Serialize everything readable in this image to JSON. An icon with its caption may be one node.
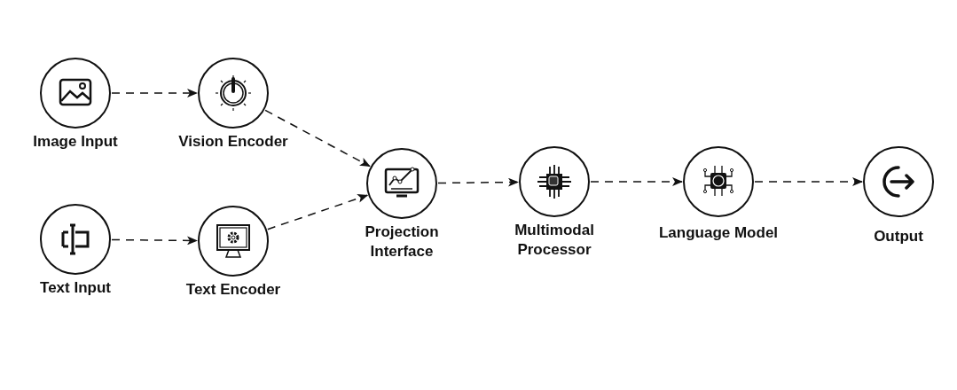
{
  "diagram": {
    "nodes": [
      {
        "text": [
          "Image Input"
        ]
      },
      {
        "text": [
          "Vision Encoder"
        ]
      },
      {
        "text": [
          "Text Input"
        ]
      },
      {
        "text": [
          "Text Encoder"
        ]
      },
      {
        "text": [
          "Projection Interface"
        ]
      },
      {
        "text": [
          "Multimodal Processor"
        ]
      },
      {
        "text": [
          "Language Model"
        ]
      },
      {
        "text": [
          "Output"
        ]
      }
    ],
    "edges": [
      {
        "from": 0,
        "to": 1,
        "arrow": "to",
        "style": "dashed"
      },
      {
        "from": 2,
        "to": 3,
        "arrow": "to",
        "style": "dashed"
      },
      {
        "from": 1,
        "to": 4,
        "arrow": "to",
        "style": "dashed"
      },
      {
        "from": 3,
        "to": 4,
        "arrow": "to",
        "style": "dashed"
      },
      {
        "from": 4,
        "to": 5,
        "arrow": "to",
        "style": "dashed"
      },
      {
        "from": 5,
        "to": 6,
        "arrow": "to",
        "style": "dashed"
      },
      {
        "from": 6,
        "to": 7,
        "arrow": "to",
        "style": "dashed"
      }
    ]
  }
}
